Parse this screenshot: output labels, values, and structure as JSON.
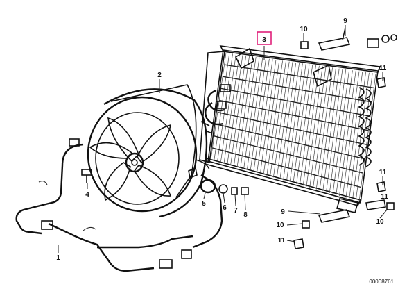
{
  "parts": [
    {
      "id": "p1",
      "label": "1"
    },
    {
      "id": "p2",
      "label": "2"
    },
    {
      "id": "p3",
      "label": "3",
      "highlight_color": "#e0207a"
    },
    {
      "id": "p4",
      "label": "4"
    },
    {
      "id": "p5",
      "label": "5"
    },
    {
      "id": "p6",
      "label": "6"
    },
    {
      "id": "p7",
      "label": "7"
    },
    {
      "id": "p8",
      "label": "8"
    },
    {
      "id": "p9a",
      "label": "9"
    },
    {
      "id": "p9b",
      "label": "9"
    },
    {
      "id": "p10a",
      "label": "10"
    },
    {
      "id": "p10b",
      "label": "10"
    },
    {
      "id": "p10c",
      "label": "10"
    },
    {
      "id": "p11a",
      "label": "11"
    },
    {
      "id": "p11b",
      "label": "11"
    },
    {
      "id": "p11c",
      "label": "11"
    },
    {
      "id": "p11d",
      "label": "11"
    }
  ],
  "diagram_number": "00008761"
}
